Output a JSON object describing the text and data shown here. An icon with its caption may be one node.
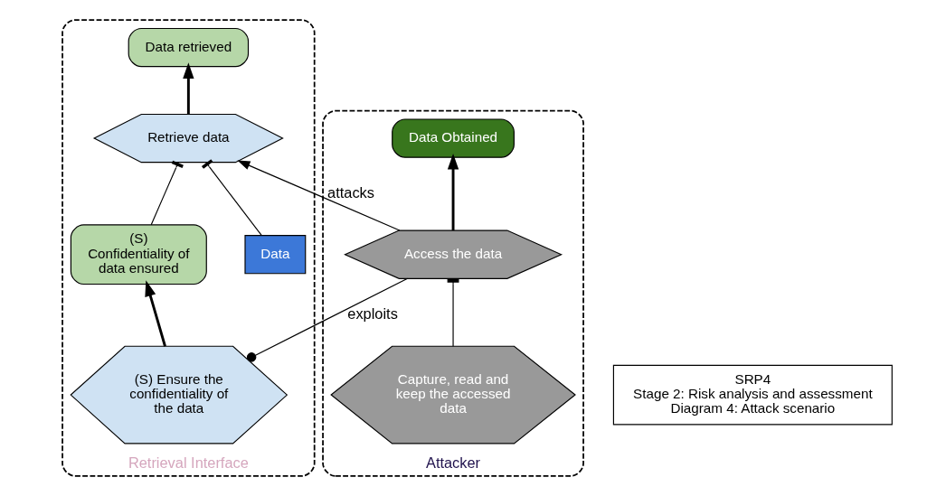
{
  "diagram": {
    "nodes": [
      {
        "text": [
          "Attacker"
        ]
      },
      {
        "text": [
          "Data Obtained"
        ],
        "in": 0
      },
      {
        "text": [
          "Access the data"
        ],
        "in": 0
      },
      {
        "text": [
          "Capture, read and keep the accessed data"
        ],
        "in": 0
      },
      {
        "text": [
          "Retrieval Interface"
        ]
      },
      {
        "text": [
          "Data retrieved"
        ],
        "in": 4
      },
      {
        "text": [
          "Retrieve data"
        ],
        "in": 4
      },
      {
        "text": [
          "Data"
        ],
        "in": 4
      },
      {
        "text": [
          "(S) Confidentiality of data ensured"
        ],
        "in": 4
      },
      {
        "text": [
          "(S) Ensure the confidentiality of the data"
        ],
        "in": 4
      },
      {
        "text": [
          "SRP4",
          "Stage 2: Risk analysis and assessment",
          "Diagram 4: Attack scenario"
        ]
      }
    ],
    "edges": [
      {
        "from": 2,
        "to": 1,
        "arrow": "to",
        "style": "thick"
      },
      {
        "from": 3,
        "to": 2,
        "arrow": "other"
      },
      {
        "from": 2,
        "to": 6,
        "arrow": "to",
        "label": "attacks"
      },
      {
        "from": 2,
        "to": 9,
        "arrow": "other",
        "label": "exploits"
      },
      {
        "from": 6,
        "to": 5,
        "arrow": "to",
        "style": "thick"
      },
      {
        "from": 7,
        "to": 6,
        "arrow": "other"
      },
      {
        "from": 8,
        "to": 6,
        "arrow": "other"
      },
      {
        "from": 9,
        "to": 8,
        "arrow": "to",
        "style": "thick"
      }
    ]
  }
}
